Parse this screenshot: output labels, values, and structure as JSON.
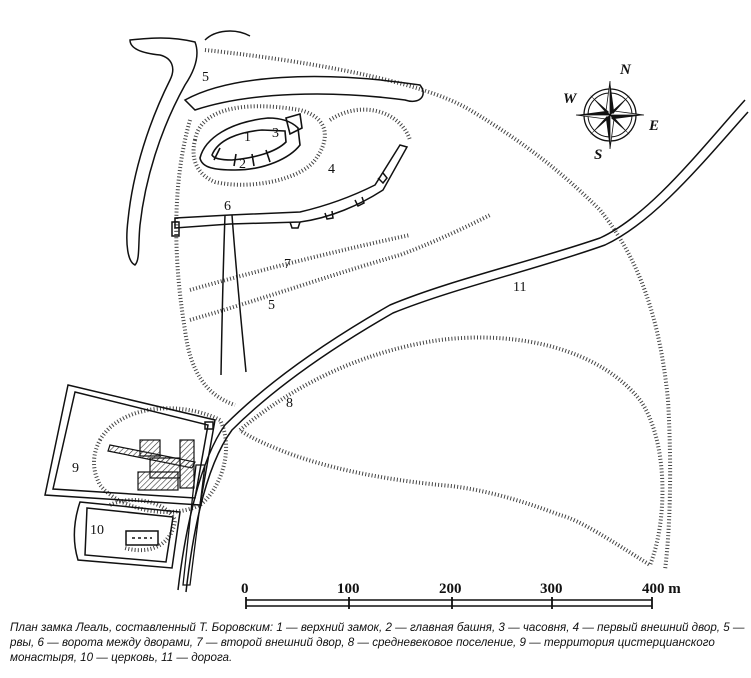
{
  "plan": {
    "labels": {
      "upper_castle": "1",
      "main_tower": "2",
      "chapel": "3",
      "first_bailey": "4",
      "moat_north": "5",
      "moat_middle": "5",
      "gate": "6",
      "second_bailey": "7",
      "settlement": "8",
      "monastery": "9",
      "church": "10",
      "road": "11"
    },
    "compass": {
      "north": "N",
      "south": "S",
      "east": "E",
      "west": "W"
    },
    "scale": {
      "ticks": [
        "0",
        "100",
        "200",
        "300"
      ],
      "end_label": "400 m"
    }
  },
  "caption": "План замка Леаль, составленный Т. Боровским: 1 — верхний замок, 2 — главная башня, 3 — часовня, 4 — первый внешний двор, 5 — рвы, 6 — ворота между дворами, 7 — второй внешний двор, 8 — средневековое поселение, 9 — территория цистерцианского монастыря, 10 — церковь, 11 — дорога."
}
